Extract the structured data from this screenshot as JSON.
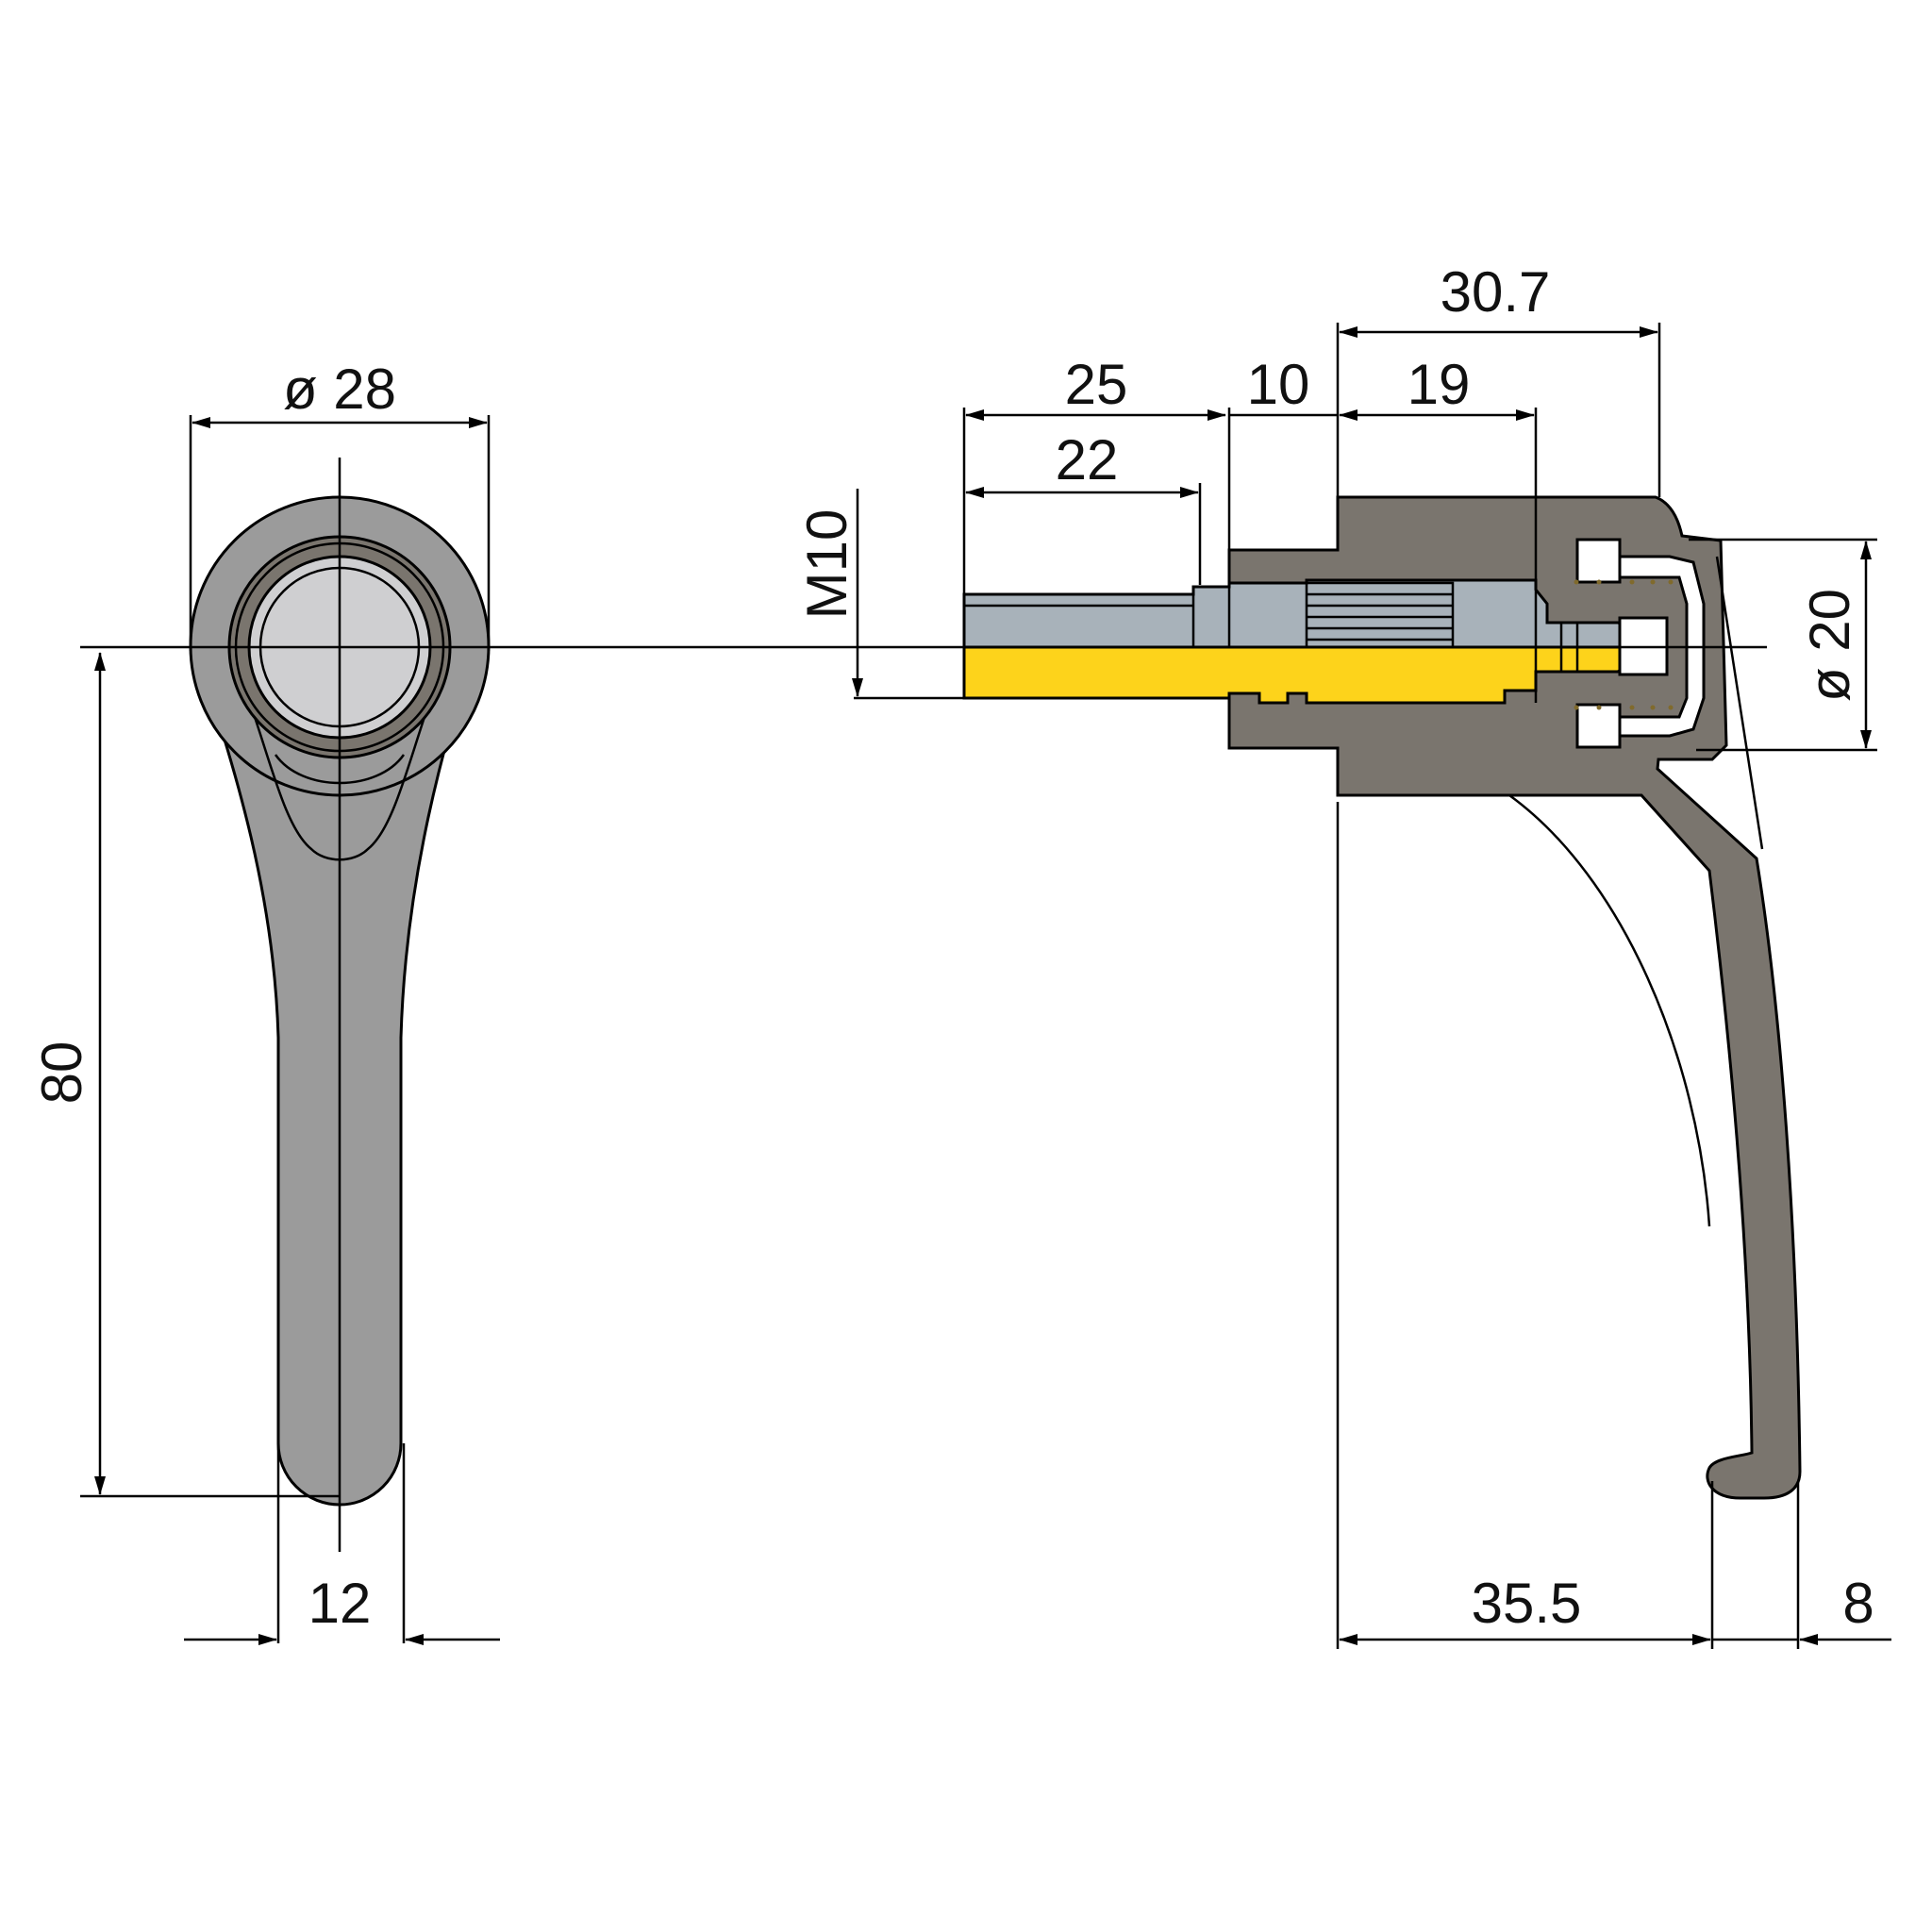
{
  "colors": {
    "body_dark": "#7a756e",
    "handle_grey": "#9b9b9b",
    "cap_light": "#cfcfd1",
    "bolt_blue": "#a8b2ba",
    "brass_yellow": "#fdd31b",
    "background": "#ffffff"
  },
  "front_view": {
    "dim_diameter": "ø 28",
    "dim_height": "80",
    "dim_width": "12"
  },
  "side_view": {
    "dim_thread": "M10",
    "dim_25": "25",
    "dim_22": "22",
    "dim_10": "10",
    "dim_19": "19",
    "dim_30_7": "30.7",
    "dim_diameter_20": "ø 20",
    "dim_35_5": "35.5",
    "dim_8": "8"
  }
}
